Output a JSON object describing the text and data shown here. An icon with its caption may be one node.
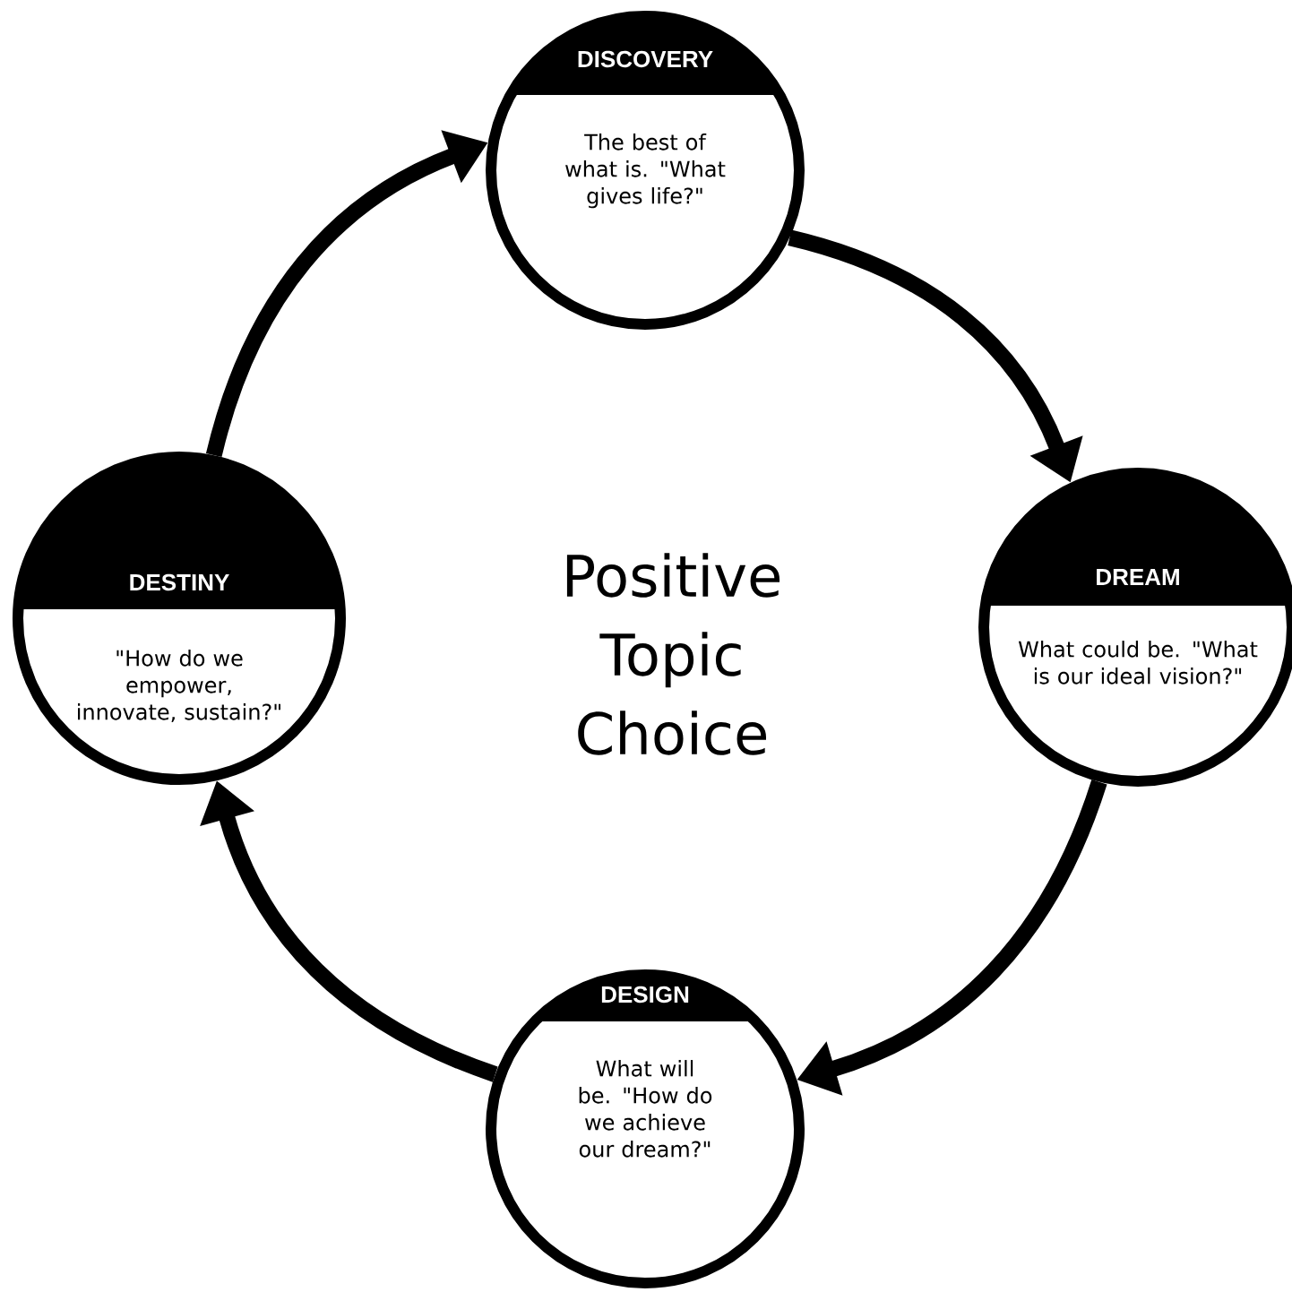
{
  "diagram": {
    "nodes": [
      {
        "text": [
          "DISCOVERY",
          "The best of what is. \"What gives life?\""
        ]
      },
      {
        "text": [
          "DREAM",
          "What could be. \"What is our ideal vision?\""
        ]
      },
      {
        "text": [
          "DESIGN",
          "What will be. \"How do we achieve our dream?\""
        ]
      },
      {
        "text": [
          "DESTINY",
          "\"How do we empower, innovate, sustain?\""
        ]
      }
    ],
    "edges": [
      {
        "from": 0,
        "to": 1,
        "arrow": "to"
      },
      {
        "from": 1,
        "to": 2,
        "arrow": "to"
      },
      {
        "from": 2,
        "to": 3,
        "arrow": "to"
      },
      {
        "from": 3,
        "to": 0,
        "arrow": "to"
      }
    ],
    "labels": [
      "Positive Topic Choice"
    ]
  }
}
